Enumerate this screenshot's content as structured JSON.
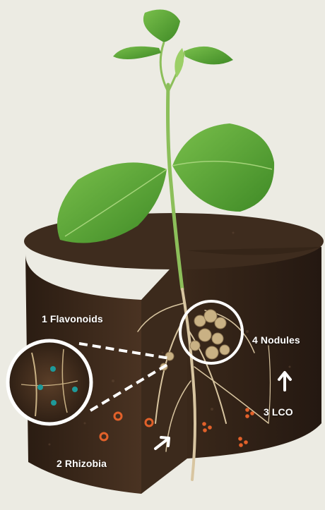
{
  "labels": {
    "flavonoids": {
      "num": "1",
      "text": "Flavonoids"
    },
    "rhizobia": {
      "num": "2",
      "text": "Rhizobia"
    },
    "lco": {
      "num": "3",
      "text": "LCO"
    },
    "nodules": {
      "num": "4",
      "text": "Nodules"
    }
  },
  "colors": {
    "background": "#ecebe3",
    "leaf": "#5aa237",
    "soil_top": "#3b2a1d",
    "soil_side": "#2a1d13",
    "root": "#d8c5a0",
    "callout_circle": "#ffffff",
    "flavonoid_dot": "#1e9a9a",
    "rhizobia_ring": "#e2612a",
    "lco_dot": "#e2612a"
  },
  "icons": {
    "arrow_up": "arrow-up-icon",
    "arrow_diag": "arrow-diagonal-icon"
  }
}
